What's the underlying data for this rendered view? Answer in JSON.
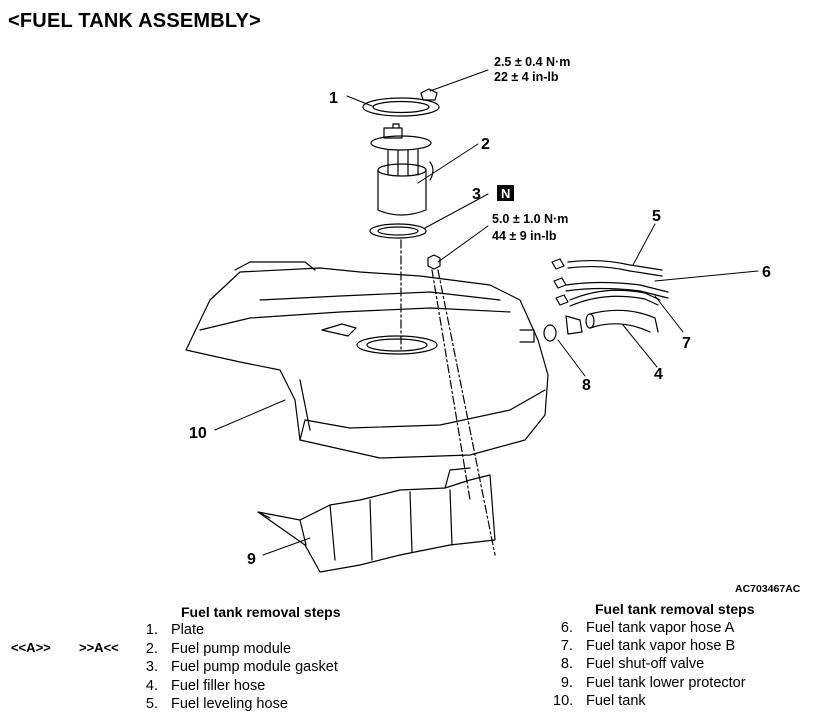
{
  "title": "<FUEL TANK ASSEMBLY>",
  "figure_id": "AC703467AC",
  "torque": {
    "plate": {
      "metric": "2.5 ± 0.4 N·m",
      "imperial": "22 ± 4 in-lb"
    },
    "bolt": {
      "metric": "5.0 ± 1.0 N·m",
      "imperial": "44 ± 9 in-lb"
    }
  },
  "new_part_symbol": "N",
  "callouts": [
    "1",
    "2",
    "3",
    "4",
    "5",
    "6",
    "7",
    "8",
    "9",
    "10"
  ],
  "markers": {
    "left": "<<A>>",
    "right": ">>A<<"
  },
  "steps_left": {
    "heading": "Fuel tank removal steps",
    "items": [
      {
        "num": "1.",
        "label": "Plate"
      },
      {
        "num": "2.",
        "label": "Fuel pump module"
      },
      {
        "num": "3.",
        "label": "Fuel pump module gasket"
      },
      {
        "num": "4.",
        "label": "Fuel filler hose"
      },
      {
        "num": "5.",
        "label": "Fuel leveling hose"
      }
    ]
  },
  "steps_right": {
    "heading": "Fuel tank removal steps",
    "items": [
      {
        "num": "6.",
        "label": "Fuel tank vapor hose A"
      },
      {
        "num": "7.",
        "label": "Fuel tank vapor hose B"
      },
      {
        "num": "8.",
        "label": "Fuel shut-off valve"
      },
      {
        "num": "9.",
        "label": "Fuel tank lower protector"
      },
      {
        "num": "10.",
        "label": "Fuel tank"
      }
    ]
  }
}
